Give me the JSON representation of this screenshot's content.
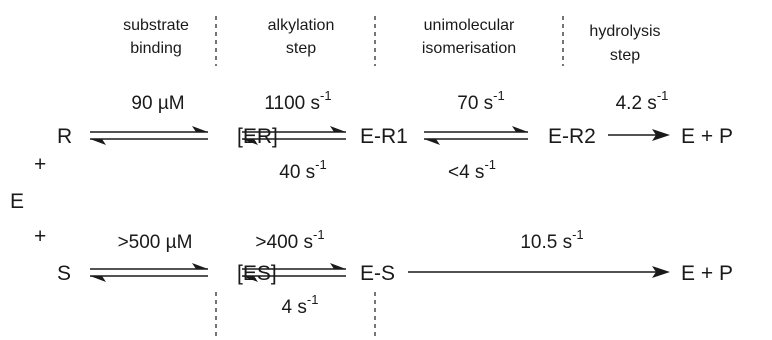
{
  "stages": {
    "binding_line1": "substrate",
    "binding_line2": "binding",
    "alkylation_line1": "alkylation",
    "alkylation_line2": "step",
    "isomerisation_line1": "unimolecular",
    "isomerisation_line2": "isomerisation",
    "hydrolysis_line1": "hydrolysis",
    "hydrolysis_line2": "step"
  },
  "species": {
    "E": "E",
    "plus_R": "+",
    "plus_S": "+",
    "R": "R",
    "ER": "[ER]",
    "ER1": "E-R1",
    "ER2": "E-R2",
    "product_top": "E + P",
    "S": "S",
    "ES": "[ES]",
    "E_S": "E-S",
    "product_bottom": "E + P"
  },
  "rates_top": {
    "binding": "90 µM",
    "alkylation_forward_value": "1100 s",
    "alkylation_forward_exp": "-1",
    "alkylation_reverse_value": "40 s",
    "alkylation_reverse_exp": "-1",
    "isomerisation_forward_value": "70 s",
    "isomerisation_forward_exp": "-1",
    "isomerisation_reverse_value": "<4 s",
    "isomerisation_reverse_exp": "-1",
    "hydrolysis_value": "4.2 s",
    "hydrolysis_exp": "-1"
  },
  "rates_bottom": {
    "binding": ">500 µM",
    "alkylation_forward_value": ">400 s",
    "alkylation_forward_exp": "-1",
    "alkylation_reverse_value": "4 s",
    "alkylation_reverse_exp": "-1",
    "hydrolysis_value": "10.5 s",
    "hydrolysis_exp": "-1"
  }
}
